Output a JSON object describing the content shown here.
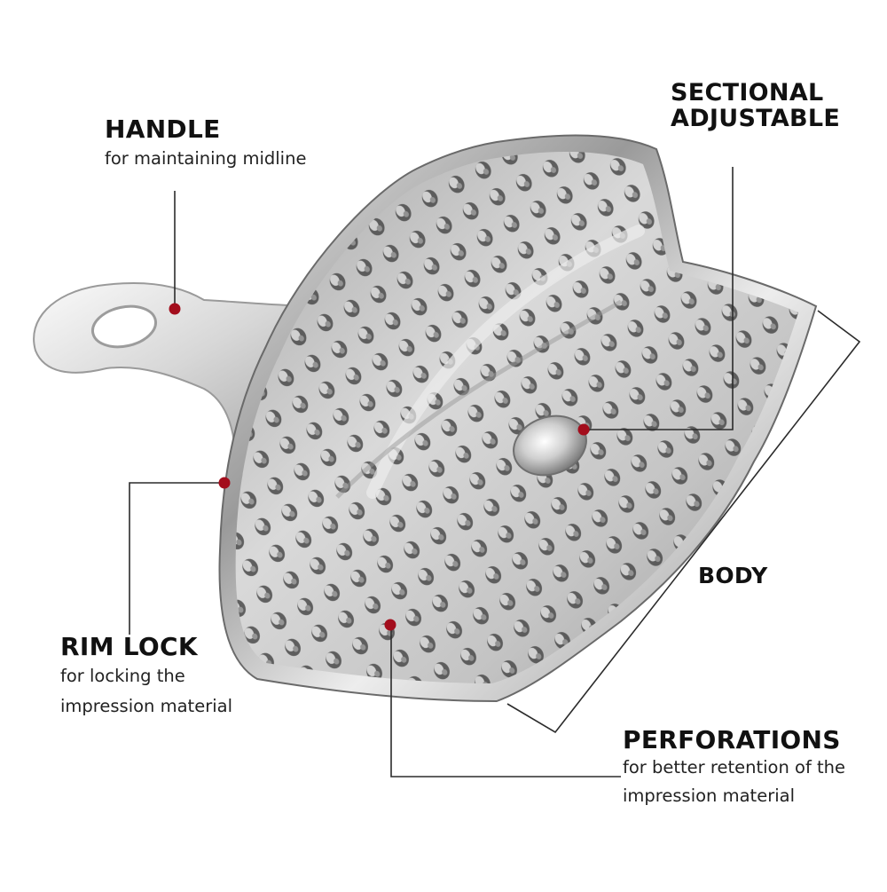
{
  "labels": {
    "handle": {
      "title": "HANDLE",
      "desc": "for maintaining midline"
    },
    "sectional": {
      "title_line1": "SECTIONAL",
      "title_line2": "ADJUSTABLE"
    },
    "rim_lock": {
      "title": "RIM LOCK",
      "desc_line1": "for locking the",
      "desc_line2": "impression material"
    },
    "body": {
      "title": "BODY"
    },
    "perforations": {
      "title": "PERFORATIONS",
      "desc_line1": "for better retention of the",
      "desc_line2": "impression material"
    }
  },
  "colors": {
    "marker": "#a30d1c",
    "leader": "#2b2b2b",
    "text": "#111111",
    "metal_light": "#f2f2f2",
    "metal_mid": "#b9b9b9",
    "metal_dark": "#5a5a5a"
  }
}
